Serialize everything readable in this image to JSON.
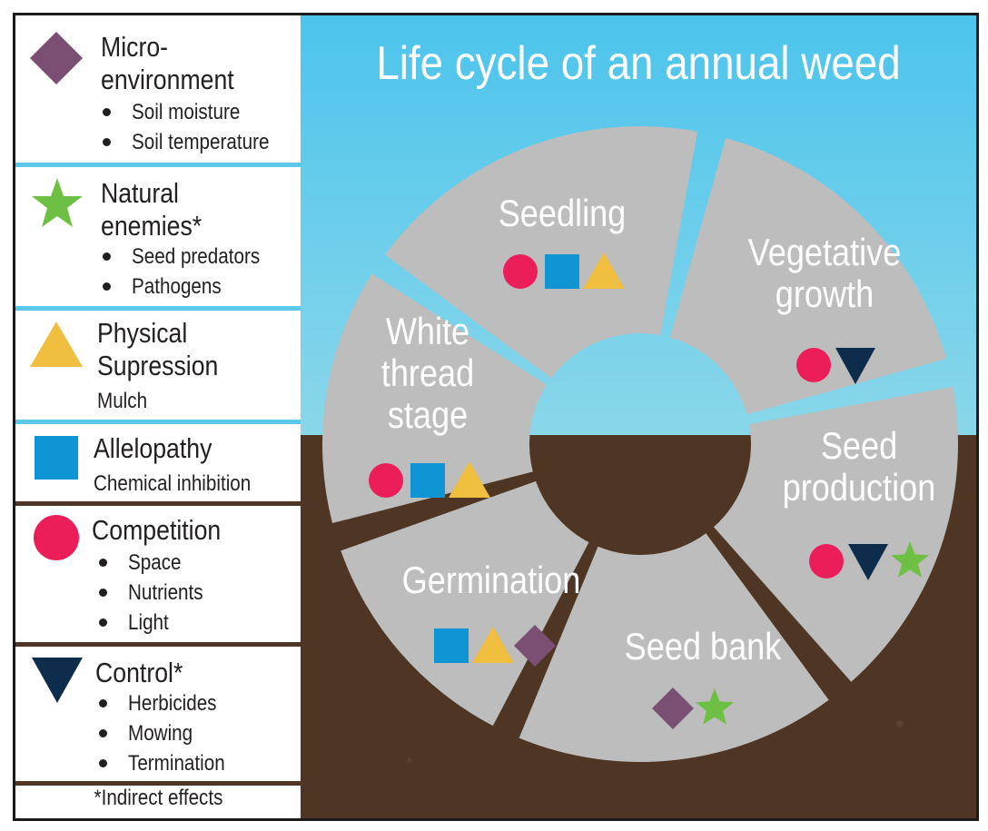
{
  "title": "Life cycle of an annual weed",
  "colors": {
    "sky": "#5bc8ea",
    "soil": "#4f3524",
    "segment": "#bdbdbd",
    "micro_environment": "#7a4f73",
    "natural_enemies": "#6dc043",
    "physical_supression": "#f0bf3f",
    "allelopathy": "#0f95d3",
    "competition": "#ec1e5a",
    "control": "#0e2c4c"
  },
  "legend": {
    "micro": {
      "title_1": "Micro-",
      "title_2": "environment",
      "items": [
        "Soil moisture",
        "Soil temperature"
      ],
      "icon": "diamond-icon"
    },
    "enemies": {
      "title_1": "Natural",
      "title_2": "enemies*",
      "items": [
        "Seed predators",
        "Pathogens"
      ],
      "icon": "star-icon"
    },
    "physical": {
      "title_1": "Physical",
      "title_2": "Supression",
      "subtitle": "Mulch",
      "icon": "triangle-icon"
    },
    "allelopathy": {
      "title": "Allelopathy",
      "subtitle": "Chemical inhibition",
      "icon": "square-icon"
    },
    "competition": {
      "title": "Competition",
      "items": [
        "Space",
        "Nutrients",
        "Light"
      ],
      "icon": "circle-icon"
    },
    "control": {
      "title": "Control*",
      "items": [
        "Herbicides",
        "Mowing",
        "Termination"
      ],
      "icon": "down-triangle-icon"
    },
    "footnote": "*Indirect effects"
  },
  "stages": [
    {
      "name": "seedling",
      "label_lines": [
        "Seedling"
      ],
      "factors": [
        "circle",
        "square",
        "triangle"
      ]
    },
    {
      "name": "vegetative-growth",
      "label_lines": [
        "Vegetative",
        "growth"
      ],
      "factors": [
        "circle",
        "down-triangle"
      ]
    },
    {
      "name": "seed-production",
      "label_lines": [
        "Seed",
        "production"
      ],
      "factors": [
        "circle",
        "down-triangle",
        "star"
      ]
    },
    {
      "name": "seed-bank",
      "label_lines": [
        "Seed bank"
      ],
      "factors": [
        "diamond",
        "star"
      ]
    },
    {
      "name": "germination",
      "label_lines": [
        "Germination"
      ],
      "factors": [
        "square",
        "triangle",
        "diamond"
      ]
    },
    {
      "name": "white-thread-stage",
      "label_lines": [
        "White",
        "thread",
        "stage"
      ],
      "factors": [
        "circle",
        "square",
        "triangle"
      ]
    }
  ]
}
